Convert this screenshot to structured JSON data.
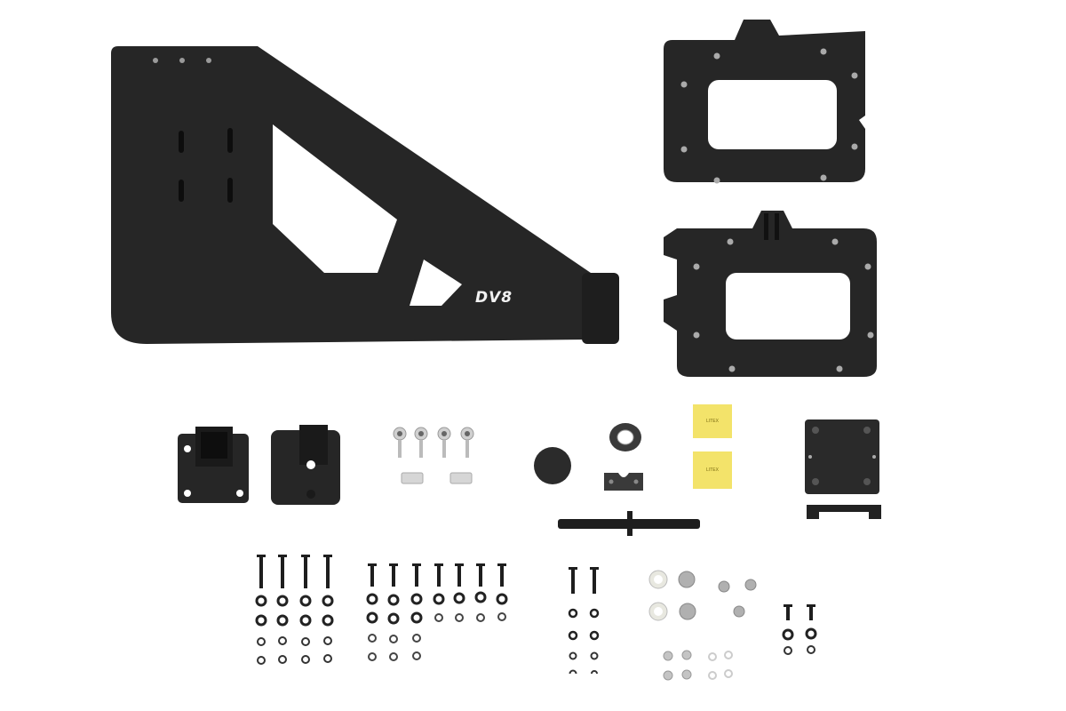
{
  "image": {
    "description": "Product photo: spare tire carrier kit laid out on white background",
    "background": "#ffffff",
    "part_color": "#262626",
    "accent_yellow": "#f3e36a",
    "metal_color": "#c8c8c8"
  },
  "brand": {
    "logo_text": "DV8"
  },
  "parts": {
    "swing_arm": {
      "name": "Tire carrier swing arm"
    },
    "upper_plate": {
      "name": "Upper hinge plate"
    },
    "lower_plate": {
      "name": "Lower hinge plate"
    },
    "hinge_brackets": {
      "count": 2
    },
    "rod_ends": {
      "count": 4
    },
    "spacers": {
      "count": 2
    },
    "cap": {
      "name": "Round cap"
    },
    "seal": {
      "name": "Bearing seal"
    },
    "retainer": {
      "name": "Retainer plate"
    },
    "pads": {
      "count": 2,
      "label": "LITEX"
    },
    "mount_plate": {
      "name": "Square mount plate"
    },
    "mount_strip": {
      "name": "Mount strip"
    },
    "shaft": {
      "name": "Hinge shaft"
    }
  },
  "hardware": {
    "group1": {
      "bolts": 4,
      "rows": 4
    },
    "group2": {
      "bolts": 7
    },
    "group3": {
      "bolts": 2
    },
    "group4": {
      "nuts_large": 2,
      "washers_large": 2
    },
    "group5": {
      "bolts": 2
    }
  }
}
